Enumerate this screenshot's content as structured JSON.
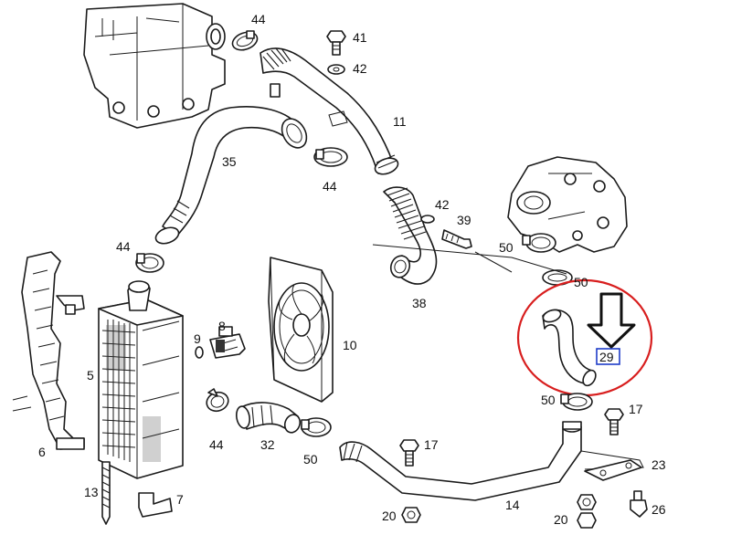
{
  "diagram": {
    "part_numbers": {
      "p44a": "44",
      "p41": "41",
      "p42a": "42",
      "p11": "11",
      "p35": "35",
      "p44b": "44",
      "p42b": "42",
      "p39": "39",
      "p50a": "50",
      "p44c": "44",
      "p50b": "50",
      "p38": "38",
      "p9": "9",
      "p8": "8",
      "p10": "10",
      "p5": "5",
      "p29": "29",
      "p50c": "50",
      "p17a": "17",
      "p44d": "44",
      "p32": "32",
      "p50d": "50",
      "p17b": "17",
      "p6": "6",
      "p23": "23",
      "p13": "13",
      "p7": "7",
      "p14": "14",
      "p20a": "20",
      "p20b": "20",
      "p26": "26"
    },
    "highlight": {
      "part": "29",
      "circle_color": "#d81e1e",
      "box_color": "#1e3cc8",
      "arrow_icon": "down-arrow-icon"
    }
  }
}
